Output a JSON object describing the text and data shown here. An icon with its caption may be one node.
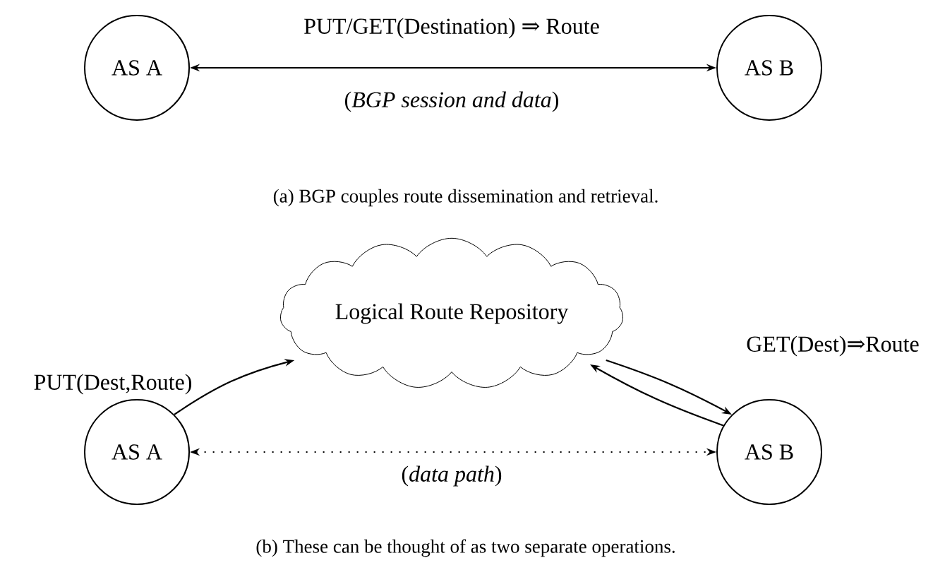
{
  "diagram": {
    "nodes": [
      {
        "text": [
          "AS A"
        ]
      },
      {
        "text": [
          "AS B"
        ]
      },
      {
        "text": [
          "Logical Route Repository"
        ]
      },
      {
        "text": [
          "AS A"
        ]
      },
      {
        "text": [
          "AS B"
        ]
      }
    ],
    "edges": [
      {
        "from": 0,
        "to": 1,
        "arrow": "both",
        "label": "PUT/GET(Destination) ⇒ Route"
      },
      {
        "from": 3,
        "to": 2,
        "arrow": "to",
        "label": "PUT(Dest,Route)"
      },
      {
        "from": 2,
        "to": 4,
        "arrow": "to",
        "label": "GET(Dest)⇒Route"
      },
      {
        "from": 4,
        "to": 2,
        "arrow": "to"
      },
      {
        "from": 3,
        "to": 4,
        "arrow": "both",
        "style": "dashed",
        "label": "(*data path*)"
      }
    ],
    "labels": [
      "(*BGP session and data*)",
      "(a) BGP couples route dissemination and retrieval.",
      "(b) These can be thought of as two separate operations."
    ]
  }
}
